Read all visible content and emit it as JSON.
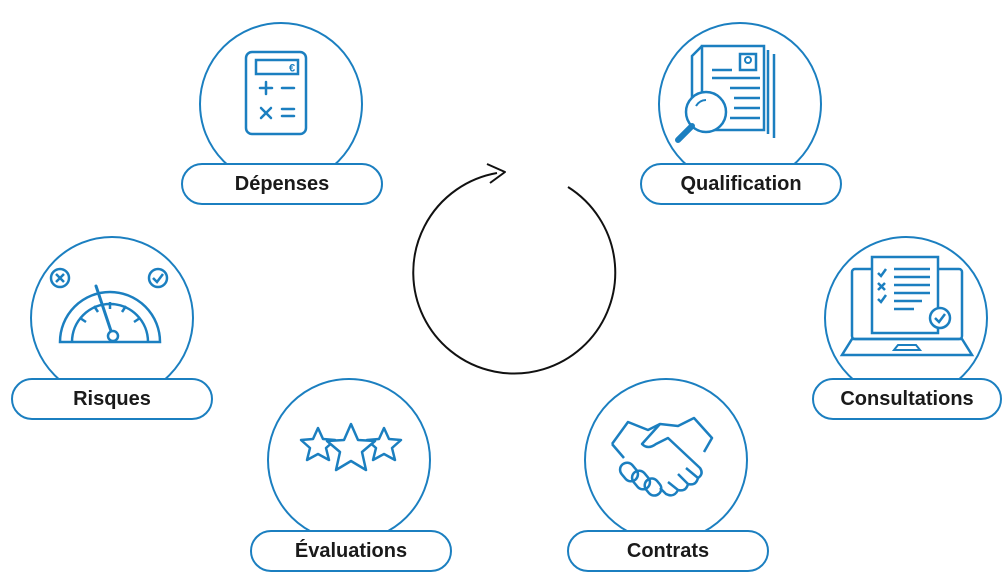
{
  "diagram": {
    "accent_color": "#1b7fc0",
    "center_icon": "cycle-arrow-icon",
    "steps": [
      {
        "id": "depenses",
        "label": "Dépenses",
        "icon": "calculator-icon"
      },
      {
        "id": "qualification",
        "label": "Qualification",
        "icon": "document-search-icon"
      },
      {
        "id": "consultations",
        "label": "Consultations",
        "icon": "laptop-checklist-icon"
      },
      {
        "id": "contrats",
        "label": "Contrats",
        "icon": "handshake-icon"
      },
      {
        "id": "evaluations",
        "label": "Évaluations",
        "icon": "stars-icon"
      },
      {
        "id": "risques",
        "label": "Risques",
        "icon": "gauge-icon"
      }
    ]
  }
}
